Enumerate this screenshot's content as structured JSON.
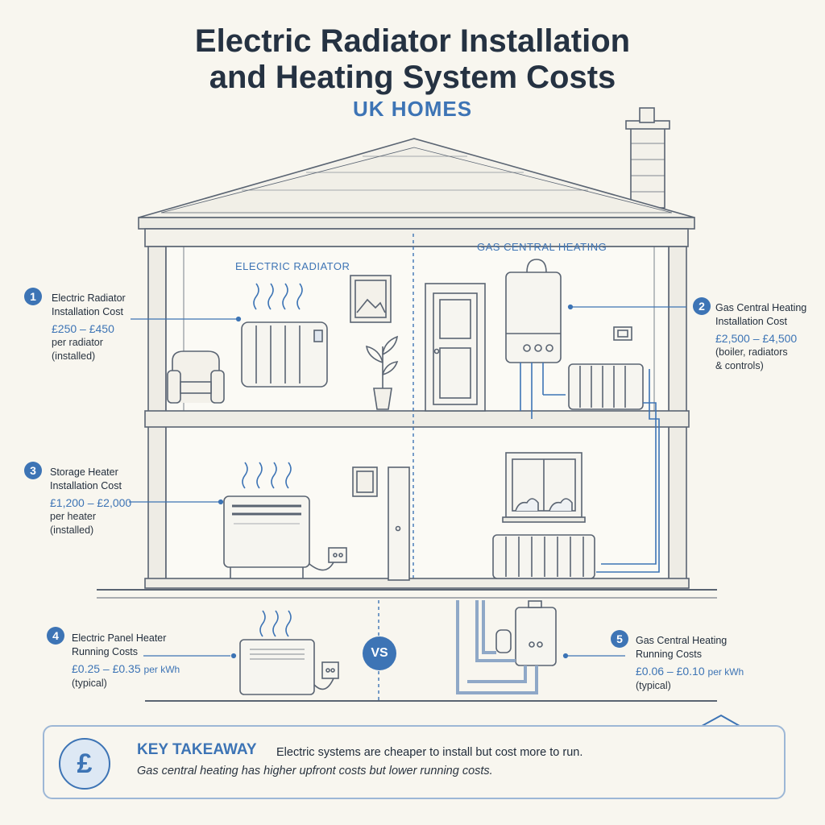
{
  "header": {
    "title_line1": "Electric Radiator Installation",
    "title_line2": "and Heating System Costs",
    "subtitle": "UK HOMES"
  },
  "rooms": {
    "electric_label": "ELECTRIC RADIATOR",
    "gas_label": "GAS CENTRAL HEATING"
  },
  "callouts": [
    {
      "number": "1",
      "title_line1": "Electric Radiator",
      "title_line2": "Installation Cost",
      "price": "£250 – £450",
      "unit": "",
      "note_line1": "per radiator",
      "note_line2": "(installed)"
    },
    {
      "number": "2",
      "title_line1": "Gas Central Heating",
      "title_line2": "Installation Cost",
      "price": "£2,500 – £4,500",
      "unit": "",
      "note_line1": "(boiler, radiators",
      "note_line2": "& controls)"
    },
    {
      "number": "3",
      "title_line1": "Storage Heater",
      "title_line2": "Installation Cost",
      "price": "£1,200 – £2,000",
      "unit": "",
      "note_line1": "per heater",
      "note_line2": "(installed)"
    },
    {
      "number": "4",
      "title_line1": "Electric Panel Heater",
      "title_line2": "Running Costs",
      "price": "£0.25 – £0.35",
      "unit": "per kWh",
      "note_line1": "(typical)",
      "note_line2": ""
    },
    {
      "number": "5",
      "title_line1": "Gas Central Heating",
      "title_line2": "Running Costs",
      "price": "£0.06 – £0.10",
      "unit": "per kWh",
      "note_line1": "(typical)",
      "note_line2": ""
    }
  ],
  "vs_label": "VS",
  "takeaway": {
    "icon": "pound-icon",
    "symbol": "£",
    "title": "KEY TAKEAWAY",
    "line1": "Electric systems are cheaper to install but cost more to run.",
    "line2": "Gas central heating has higher upfront costs but lower running costs."
  },
  "colors": {
    "accent": "#3d74b5",
    "background": "#f8f6ef",
    "ink": "#253242"
  }
}
